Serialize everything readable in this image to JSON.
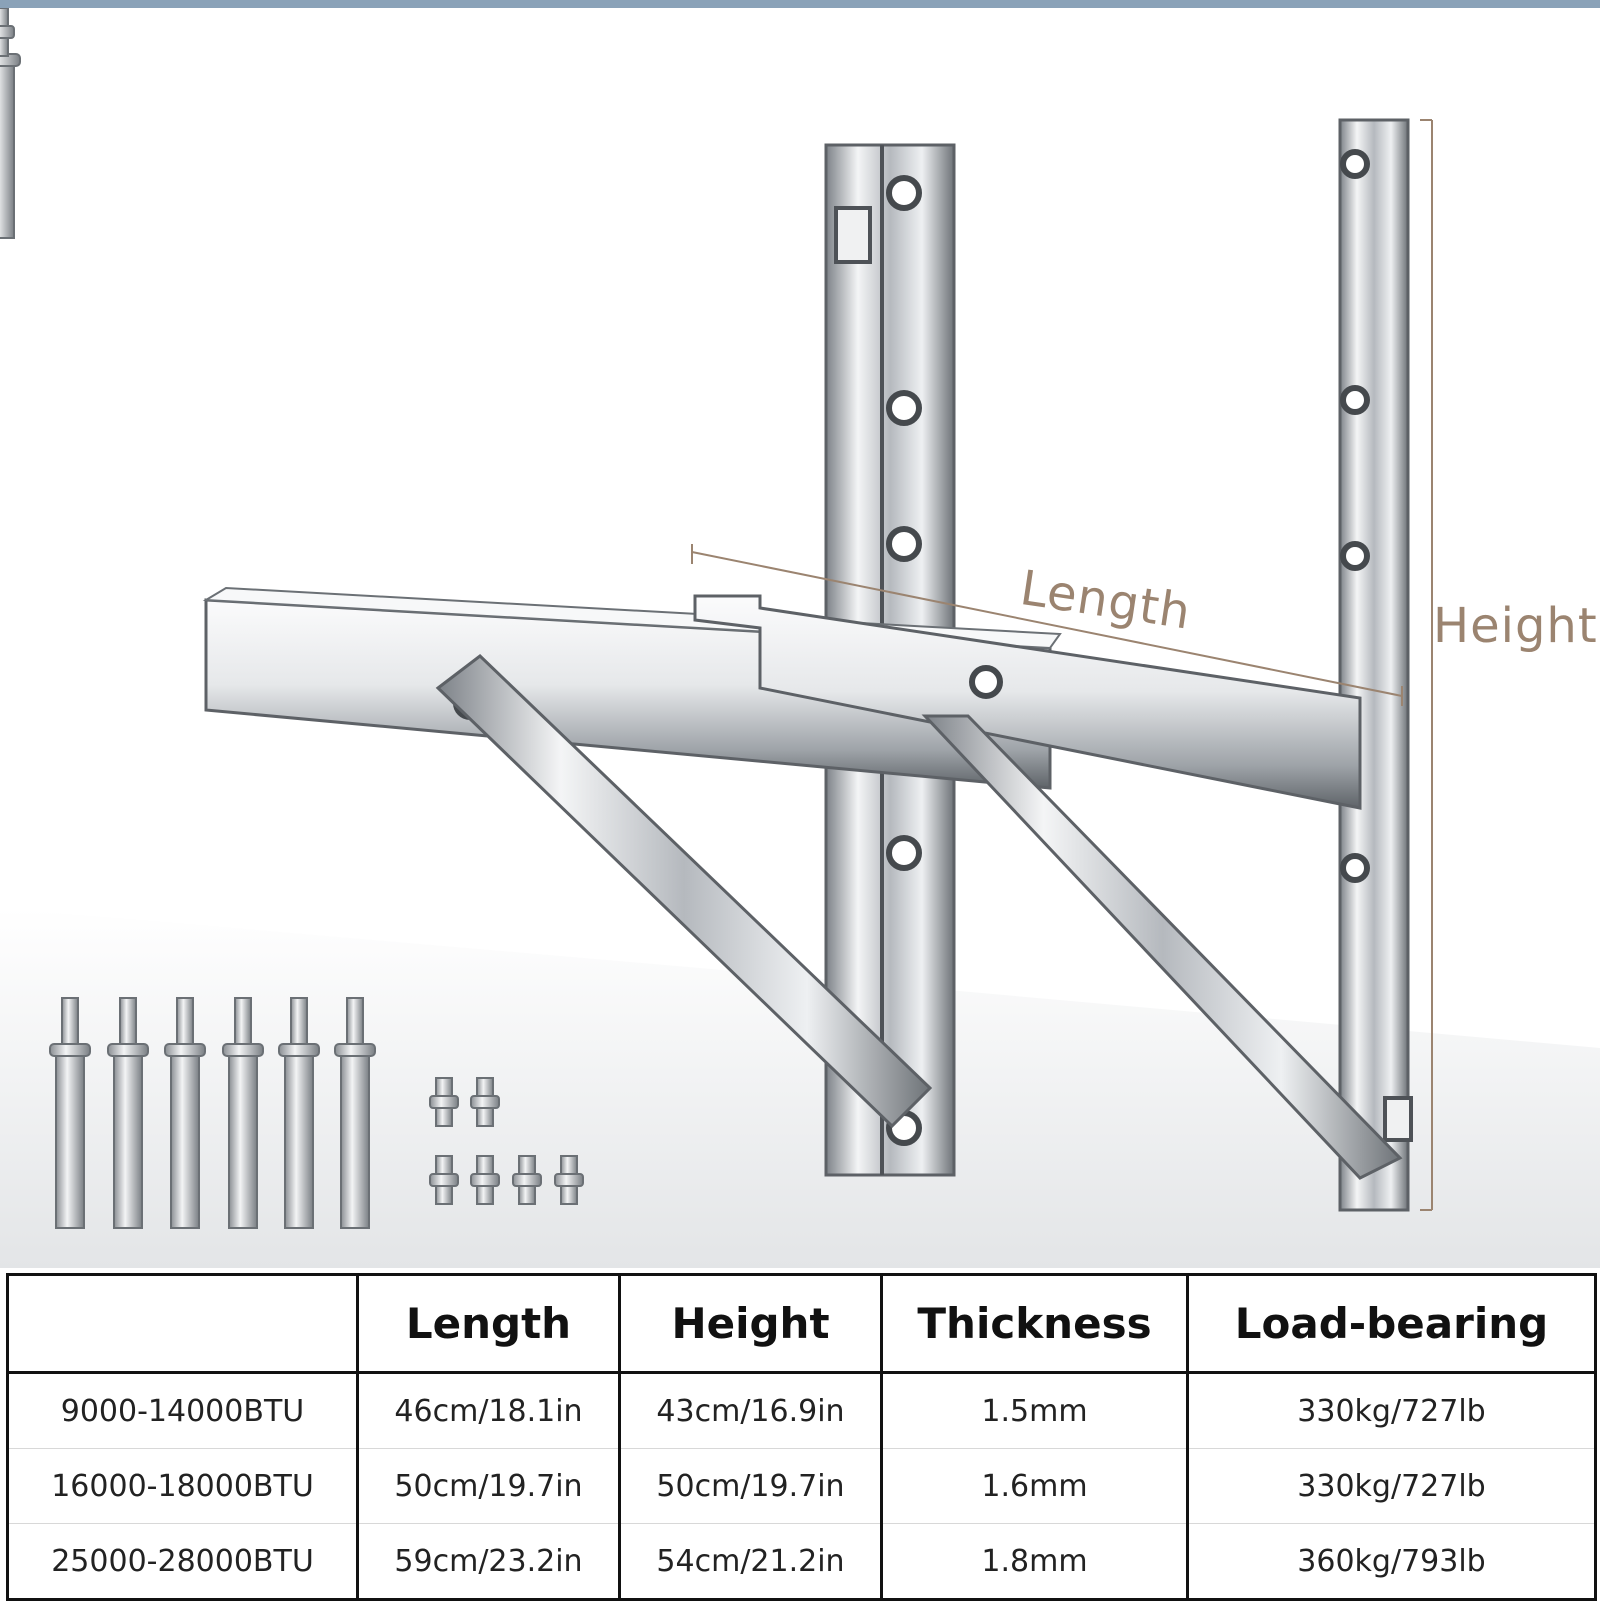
{
  "diagram": {
    "length_label": "Length",
    "height_label": "Height"
  },
  "colors": {
    "header_band": "#8aa2b8",
    "dimension": "#9b8470",
    "steel_light": "#eef0f2",
    "steel_dark": "#5d6166"
  },
  "hardware": {
    "expansion_bolts": 6,
    "small_bolts": 6
  },
  "table": {
    "headers": [
      "",
      "Length",
      "Height",
      "Thickness",
      "Load-bearing"
    ],
    "rows": [
      [
        "9000-14000BTU",
        "46cm/18.1in",
        "43cm/16.9in",
        "1.5mm",
        "330kg/727lb"
      ],
      [
        "16000-18000BTU",
        "50cm/19.7in",
        "50cm/19.7in",
        "1.6mm",
        "330kg/727lb"
      ],
      [
        "25000-28000BTU",
        "59cm/23.2in",
        "54cm/21.2in",
        "1.8mm",
        "360kg/793lb"
      ]
    ]
  }
}
